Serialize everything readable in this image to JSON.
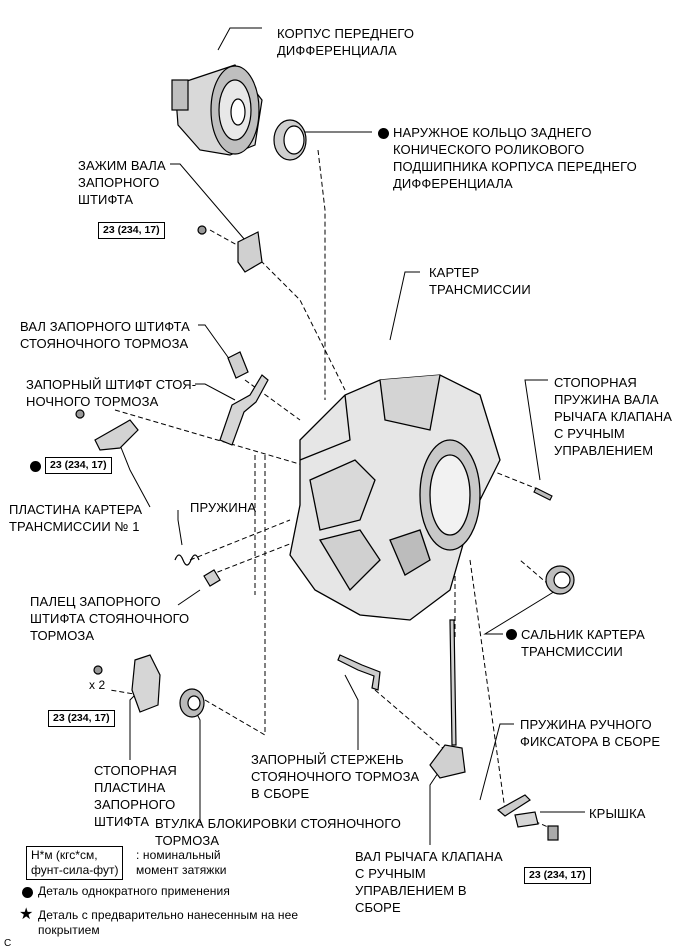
{
  "labels": {
    "front_diff_case": "КОРПУС ПЕРЕДНЕГО\nДИФФЕРЕНЦИАЛА",
    "outer_race": "НАРУЖНОЕ КОЛЬЦО ЗАДНЕГО\nКОНИЧЕСКОГО РОЛИКОВОГО\nПОДШИПНИКА КОРПУСА ПЕРЕДНЕГО\nДИФФЕРЕНЦИАЛА",
    "shaft_clamp": "ЗАЖИМ ВАЛА\nЗАПОРНОГО\nШТИФТА",
    "trans_case": "КАРТЕР\nТРАНСМИССИИ",
    "pawl_shaft": "ВАЛ ЗАПОРНОГО ШТИФТА\nСТОЯНОЧНОГО ТОРМОЗА",
    "pawl": "ЗАПОРНЫЙ ШТИФТ СТОЯ-\nНОЧНОГО ТОРМОЗА",
    "detent_spring_shaft": "СТОПОРНАЯ\nПРУЖИНА ВАЛА\nРЫЧАГА КЛАПАНА\nС РУЧНЫМ\nУПРАВЛЕНИЕМ",
    "case_plate": "ПЛАСТИНА КАРТЕРА\nТРАНСМИССИИ № 1",
    "spring": "ПРУЖИНА",
    "pawl_pin": "ПАЛЕЦ ЗАПОРНОГО\nШТИФТА СТОЯНОЧНОГО\nТОРМОЗА",
    "oil_seal": "САЛЬНИК КАРТЕРА\nТРАНСМИССИИ",
    "detent_spring_assy": "ПРУЖИНА РУЧНОГО\nФИКСАТОРА В СБОРЕ",
    "parking_rod": "ЗАПОРНЫЙ СТЕРЖЕНЬ\nСТОЯНОЧНОГО ТОРМОЗА\nВ СБОРЕ",
    "cover": "КРЫШКА",
    "stop_plate": "СТОПОРНАЯ\nПЛАСТИНА\nЗАПОРНОГО\nШТИФТА",
    "bushing": "ВТУЛКА БЛОКИРОВКИ СТОЯНОЧНОГО\nТОРМОЗА",
    "manual_shaft": "ВАЛ РЫЧАГА КЛАПАНА\nС РУЧНЫМ\nУПРАВЛЕНИЕМ В\nСБОРЕ",
    "x2": "x 2"
  },
  "torque": {
    "t1": "23 (234, 17)",
    "t2": "23 (234, 17)",
    "t3": "23 (234, 17)",
    "t4": "23 (234, 17)"
  },
  "legend": {
    "units_box": "Н*м (кгс*см,\nфунт-сила-фут)",
    "units_desc": ": номинальный\nмомент затяжки",
    "non_reusable": "Деталь однократного применения",
    "precoated": "Деталь с предварительно нанесенным на нее\nпокрытием"
  },
  "corner_mark": "C"
}
